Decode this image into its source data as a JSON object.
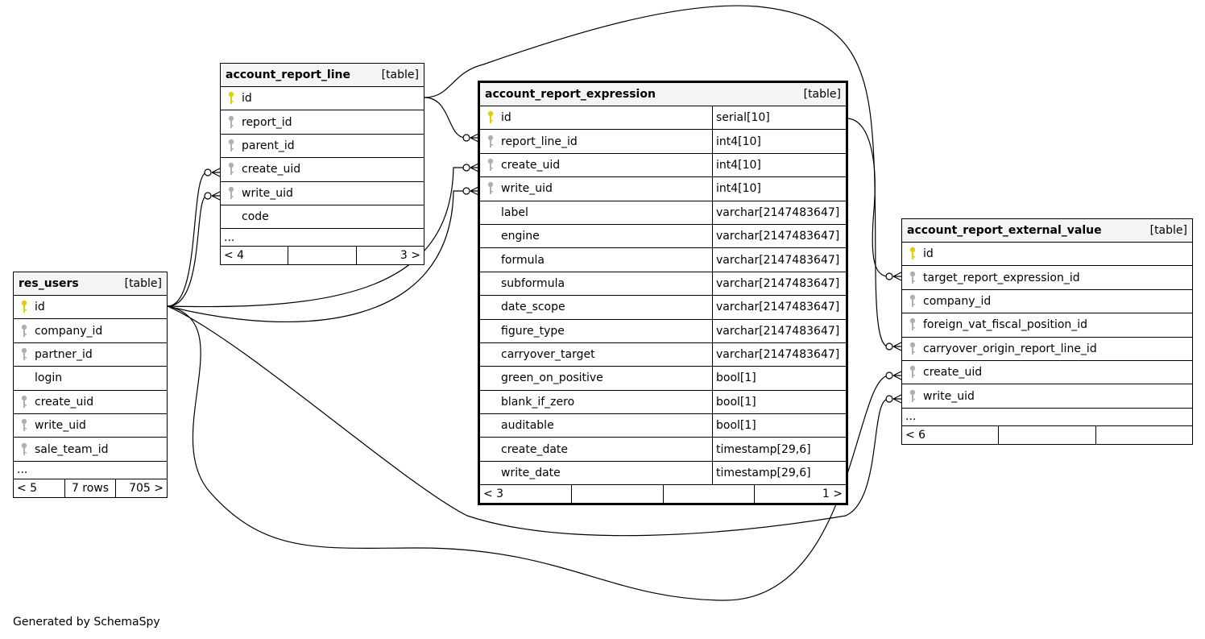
{
  "tables": {
    "res_users": {
      "name": "res_users",
      "type": "[table]",
      "cols": [
        "id",
        "company_id",
        "partner_id",
        "login",
        "create_uid",
        "write_uid",
        "sale_team_id"
      ],
      "keys": [
        "pk",
        "fk",
        "fk",
        "none",
        "fk",
        "fk",
        "fk"
      ],
      "more": "...",
      "footer": [
        "< 5",
        "7 rows",
        "705 >"
      ]
    },
    "account_report_line": {
      "name": "account_report_line",
      "type": "[table]",
      "cols": [
        "id",
        "report_id",
        "parent_id",
        "create_uid",
        "write_uid",
        "code"
      ],
      "keys": [
        "pk",
        "fk",
        "fk",
        "fk",
        "fk",
        "none"
      ],
      "more": "...",
      "footer": [
        "< 4",
        "",
        "3 >"
      ]
    },
    "account_report_expression": {
      "name": "account_report_expression",
      "type": "[table]",
      "cols": [
        "id",
        "report_line_id",
        "create_uid",
        "write_uid",
        "label",
        "engine",
        "formula",
        "subformula",
        "date_scope",
        "figure_type",
        "carryover_target",
        "green_on_positive",
        "blank_if_zero",
        "auditable",
        "create_date",
        "write_date"
      ],
      "types": [
        "serial[10]",
        "int4[10]",
        "int4[10]",
        "int4[10]",
        "varchar[2147483647]",
        "varchar[2147483647]",
        "varchar[2147483647]",
        "varchar[2147483647]",
        "varchar[2147483647]",
        "varchar[2147483647]",
        "varchar[2147483647]",
        "bool[1]",
        "bool[1]",
        "bool[1]",
        "timestamp[29,6]",
        "timestamp[29,6]"
      ],
      "keys": [
        "pk",
        "fk",
        "fk",
        "fk",
        "none",
        "none",
        "none",
        "none",
        "none",
        "none",
        "none",
        "none",
        "none",
        "none",
        "none",
        "none"
      ],
      "footer": [
        "< 3",
        "",
        "",
        "1 >"
      ]
    },
    "account_report_external_value": {
      "name": "account_report_external_value",
      "type": "[table]",
      "cols": [
        "id",
        "target_report_expression_id",
        "company_id",
        "foreign_vat_fiscal_position_id",
        "carryover_origin_report_line_id",
        "create_uid",
        "write_uid"
      ],
      "keys": [
        "pk",
        "fk",
        "fk",
        "fk",
        "fk",
        "fk",
        "fk"
      ],
      "more": "...",
      "footer": [
        "< 6",
        "",
        ""
      ]
    }
  },
  "colors": {
    "pk_key": "#e0d000",
    "fk_key": "#b0b0b0",
    "header_bg": "#f4f4f4"
  },
  "credit": "Generated by SchemaSpy"
}
